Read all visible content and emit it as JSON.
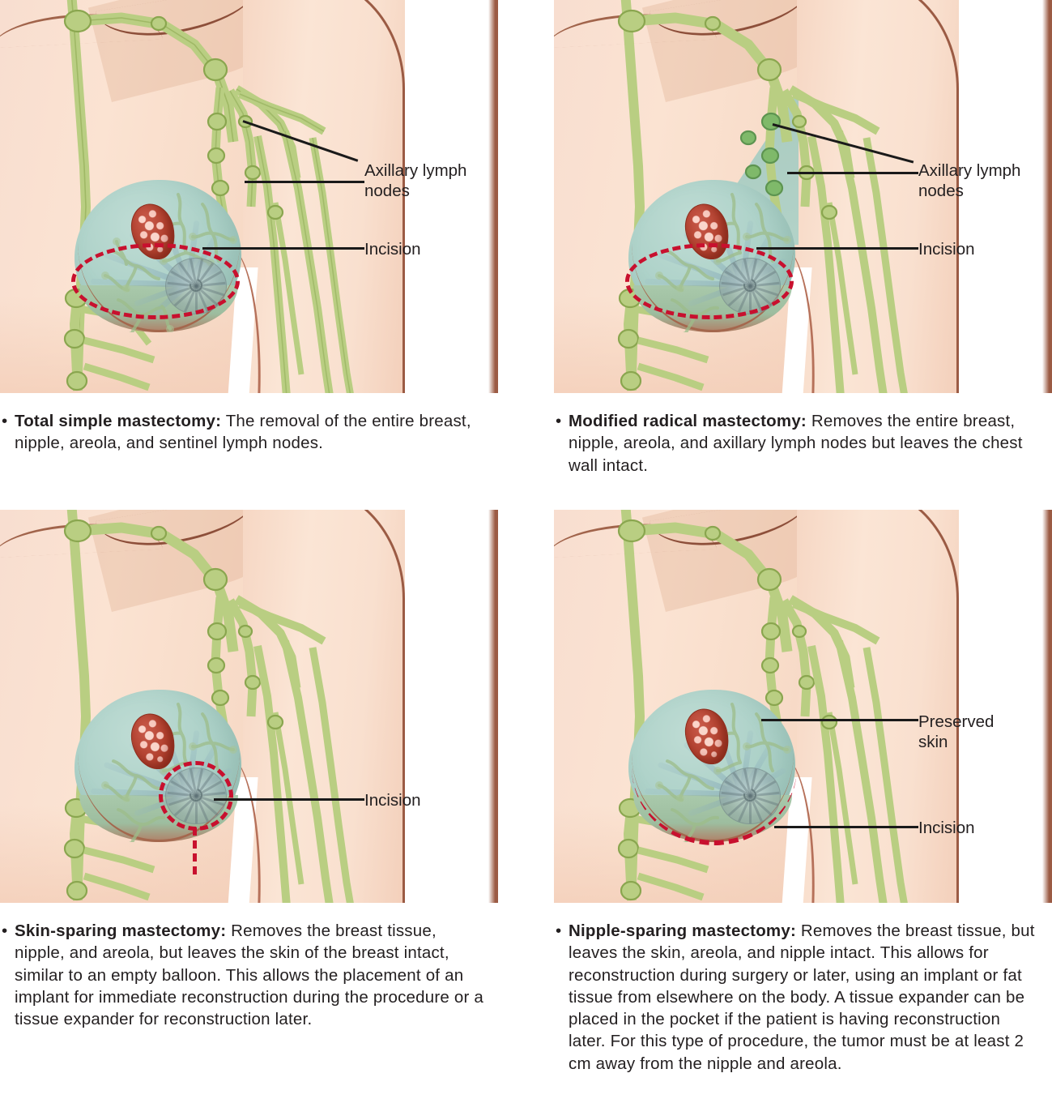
{
  "figure": {
    "title": "Types of mastectomy",
    "colors": {
      "skin": "#fbe3d2",
      "skin_shadow": "#f3cfba",
      "body_outline": "#9b5b44",
      "lymph_green": "#b5cc7e",
      "lymph_green_dark": "#8aa64f",
      "breast_tissue": "#aed2c9",
      "breast_rim": "#a9c9ab",
      "tumor_red": "#b2412f",
      "incision_red": "#c8102e",
      "areola_gray": "#96aaac",
      "text": "#231f20"
    }
  },
  "panels": [
    {
      "id": "total-simple-mastectomy",
      "position": "top-left",
      "labels": [
        {
          "name": "axillary-lymph-nodes",
          "text": "Axillary lymph\nnodes"
        },
        {
          "name": "incision",
          "text": "Incision"
        }
      ],
      "incision_shape": "ellipse",
      "caption": {
        "bullet": "•",
        "term": "Total simple mastectomy:",
        "body": " The removal of the entire breast, nipple, areola, and sentinel lymph nodes."
      }
    },
    {
      "id": "modified-radical-mastectomy",
      "position": "top-right",
      "labels": [
        {
          "name": "axillary-lymph-nodes",
          "text": "Axillary lymph\nnodes"
        },
        {
          "name": "incision",
          "text": "Incision"
        }
      ],
      "incision_shape": "ellipse",
      "caption": {
        "bullet": "•",
        "term": "Modified radical mastectomy:",
        "body": " Removes the entire breast, nipple, areola, and axillary lymph nodes but leaves the chest wall intact."
      }
    },
    {
      "id": "skin-sparing-mastectomy",
      "position": "bottom-left",
      "labels": [
        {
          "name": "incision",
          "text": "Incision"
        }
      ],
      "incision_shape": "circle-around-areola-with-vertical-extension",
      "caption": {
        "bullet": "•",
        "term": "Skin-sparing mastectomy:",
        "body": " Removes the breast tissue, nipple, and areola, but leaves the skin of the breast intact, similar to an empty balloon. This allows the placement of an implant for immediate reconstruction during the procedure or a tissue expander for reconstruction later."
      }
    },
    {
      "id": "nipple-sparing-mastectomy",
      "position": "bottom-right",
      "labels": [
        {
          "name": "preserved-skin",
          "text": "Preserved\nskin"
        },
        {
          "name": "incision",
          "text": "Incision"
        }
      ],
      "incision_shape": "inframammary-fold",
      "caption": {
        "bullet": "•",
        "term": "Nipple-sparing mastectomy:",
        "body": " Removes the breast tissue, but leaves the skin, areola, and nipple intact. This allows for reconstruction during surgery or later, using an implant or fat tissue from elsewhere on the body. A tissue expander can be placed in the pocket if the patient is having reconstruction later. For this type of procedure, the tumor must be at least 2 cm away from the nipple and areola."
      }
    }
  ]
}
